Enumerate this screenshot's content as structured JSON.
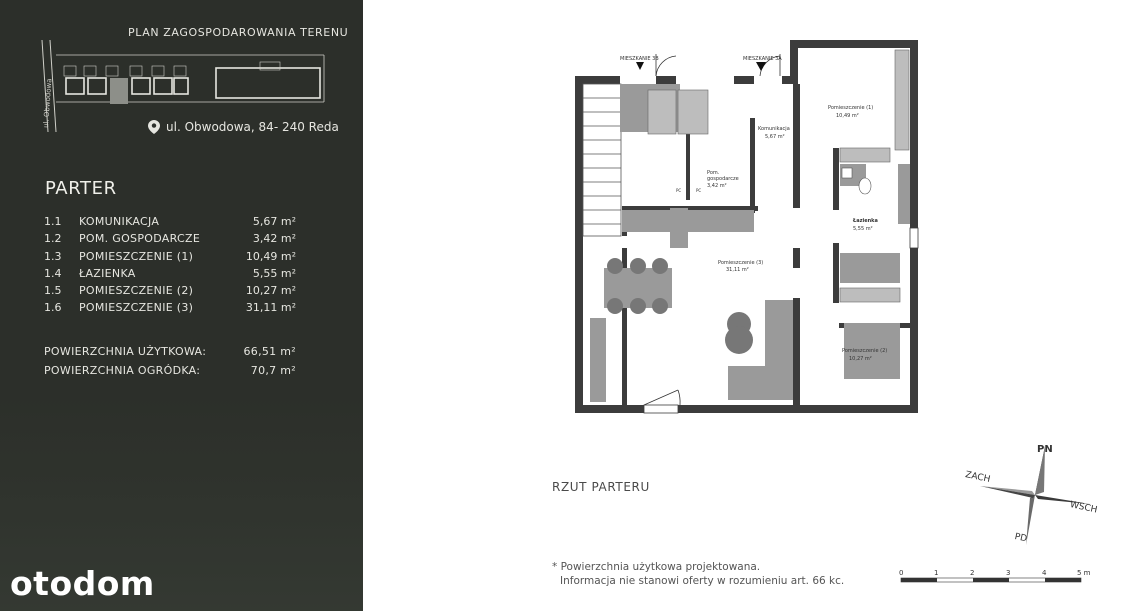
{
  "site_plan": {
    "title": "PLAN ZAGOSPODAROWANIA TERENU",
    "street_label": "ul. Obwodowa",
    "address": "ul. Obwodowa, 84- 240 Reda"
  },
  "floor": {
    "title": "PARTER",
    "rooms": [
      {
        "num": "1.1",
        "name": "KOMUNIKACJA",
        "area": "5,67 m²"
      },
      {
        "num": "1.2",
        "name": "POM. GOSPODARCZE",
        "area": "3,42 m²"
      },
      {
        "num": "1.3",
        "name": "POMIESZCZENIE (1)",
        "area": "10,49 m²"
      },
      {
        "num": "1.4",
        "name": "ŁAZIENKA",
        "area": "5,55 m²"
      },
      {
        "num": "1.5",
        "name": "POMIESZCZENIE (2)",
        "area": "10,27 m²"
      },
      {
        "num": "1.6",
        "name": "POMIESZCZENIE (3)",
        "area": "31,11 m²"
      }
    ],
    "usable_area_label": "POWIERZCHNIA UŻYTKOWA:",
    "usable_area_value": "66,51 m²",
    "garden_area_label": "POWIERZCHNIA OGRÓDKA:",
    "garden_area_value": "70,7  m²"
  },
  "brand": "otodom",
  "plan": {
    "caption": "RZUT PARTERU",
    "entrance_b": "MIESZKANIE 3B",
    "entrance_a": "MIESZKANIE 3A",
    "labels": {
      "komunikacja": "Komunikacja",
      "komunikacja_area": "5,67 m²",
      "gosp": "Pom.",
      "gosp2": "gospodarcze",
      "gosp_area": "3,42 m²",
      "pom1": "Pomieszczenie (1)",
      "pom1_area": "10,49 m²",
      "lazienka": "Łazienka",
      "lazienka_area": "5,55 m²",
      "pom3": "Pomieszczenie (3)",
      "pom3_area": "31,11 m²",
      "pom2": "Pomieszczenie (2)",
      "pom2_area": "10,27 m²",
      "pc": "PC"
    }
  },
  "note": {
    "line1": "* Powierzchnia użytkowa projektowana.",
    "line2": "Informacja nie stanowi oferty w rozumieniu art. 66 kc."
  },
  "scale": {
    "ticks": [
      "0",
      "1",
      "2",
      "3",
      "4",
      "5 m"
    ]
  },
  "compass": {
    "n": "PN",
    "s": "PD",
    "w": "ZACH",
    "e": "WSCH"
  },
  "colors": {
    "panel": "#2c2f2a",
    "wall": "#3c3c3c",
    "furniture": "#9a9a9a"
  }
}
